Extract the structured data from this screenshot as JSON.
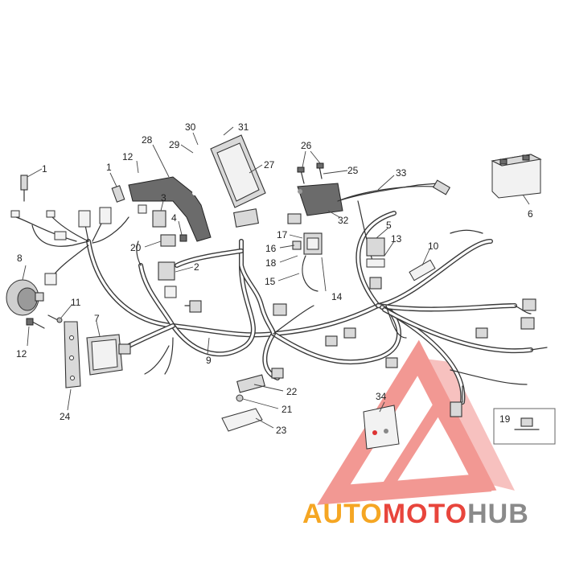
{
  "diagram": {
    "callouts": [
      {
        "id": "c1a",
        "text": "1"
      },
      {
        "id": "c1b",
        "text": "1"
      },
      {
        "id": "c2",
        "text": "2"
      },
      {
        "id": "c3",
        "text": "3"
      },
      {
        "id": "c4",
        "text": "4"
      },
      {
        "id": "c5",
        "text": "5"
      },
      {
        "id": "c6",
        "text": "6"
      },
      {
        "id": "c7",
        "text": "7"
      },
      {
        "id": "c8",
        "text": "8"
      },
      {
        "id": "c9",
        "text": "9"
      },
      {
        "id": "c10",
        "text": "10"
      },
      {
        "id": "c11",
        "text": "11"
      },
      {
        "id": "c12a",
        "text": "12"
      },
      {
        "id": "c12b",
        "text": "12"
      },
      {
        "id": "c13",
        "text": "13"
      },
      {
        "id": "c14",
        "text": "14"
      },
      {
        "id": "c15",
        "text": "15"
      },
      {
        "id": "c16",
        "text": "16"
      },
      {
        "id": "c17",
        "text": "17"
      },
      {
        "id": "c18",
        "text": "18"
      },
      {
        "id": "c19",
        "text": "19"
      },
      {
        "id": "c20",
        "text": "20"
      },
      {
        "id": "c21",
        "text": "21"
      },
      {
        "id": "c22",
        "text": "22"
      },
      {
        "id": "c23",
        "text": "23"
      },
      {
        "id": "c24",
        "text": "24"
      },
      {
        "id": "c25",
        "text": "25"
      },
      {
        "id": "c26",
        "text": "26"
      },
      {
        "id": "c27",
        "text": "27"
      },
      {
        "id": "c28",
        "text": "28"
      },
      {
        "id": "c29",
        "text": "29"
      },
      {
        "id": "c30",
        "text": "30"
      },
      {
        "id": "c31",
        "text": "31"
      },
      {
        "id": "c32",
        "text": "32"
      },
      {
        "id": "c33",
        "text": "33"
      },
      {
        "id": "c34",
        "text": "34"
      }
    ]
  },
  "watermark": {
    "part1": "AUTO",
    "part2": "MOTO",
    "part3": "HUB",
    "color_orange": "#f5a623",
    "color_red": "#e8453c",
    "color_gray": "#8a8a8a"
  }
}
